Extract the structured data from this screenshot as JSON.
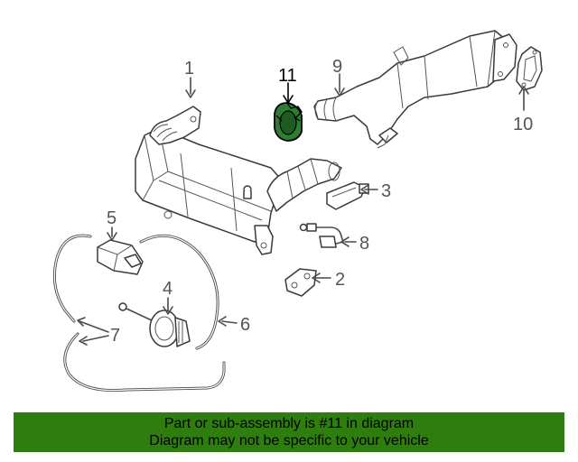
{
  "diagram": {
    "callouts": [
      "1",
      "2",
      "3",
      "4",
      "5",
      "6",
      "7",
      "8",
      "9",
      "10",
      "11"
    ],
    "highlighted_part": "11",
    "highlight_color": "#2e7d32"
  },
  "banner": {
    "line1": "Part or sub-assembly is #11 in diagram",
    "line2": "Diagram may not be specific to your vehicle",
    "background": "#2e7d0e"
  }
}
